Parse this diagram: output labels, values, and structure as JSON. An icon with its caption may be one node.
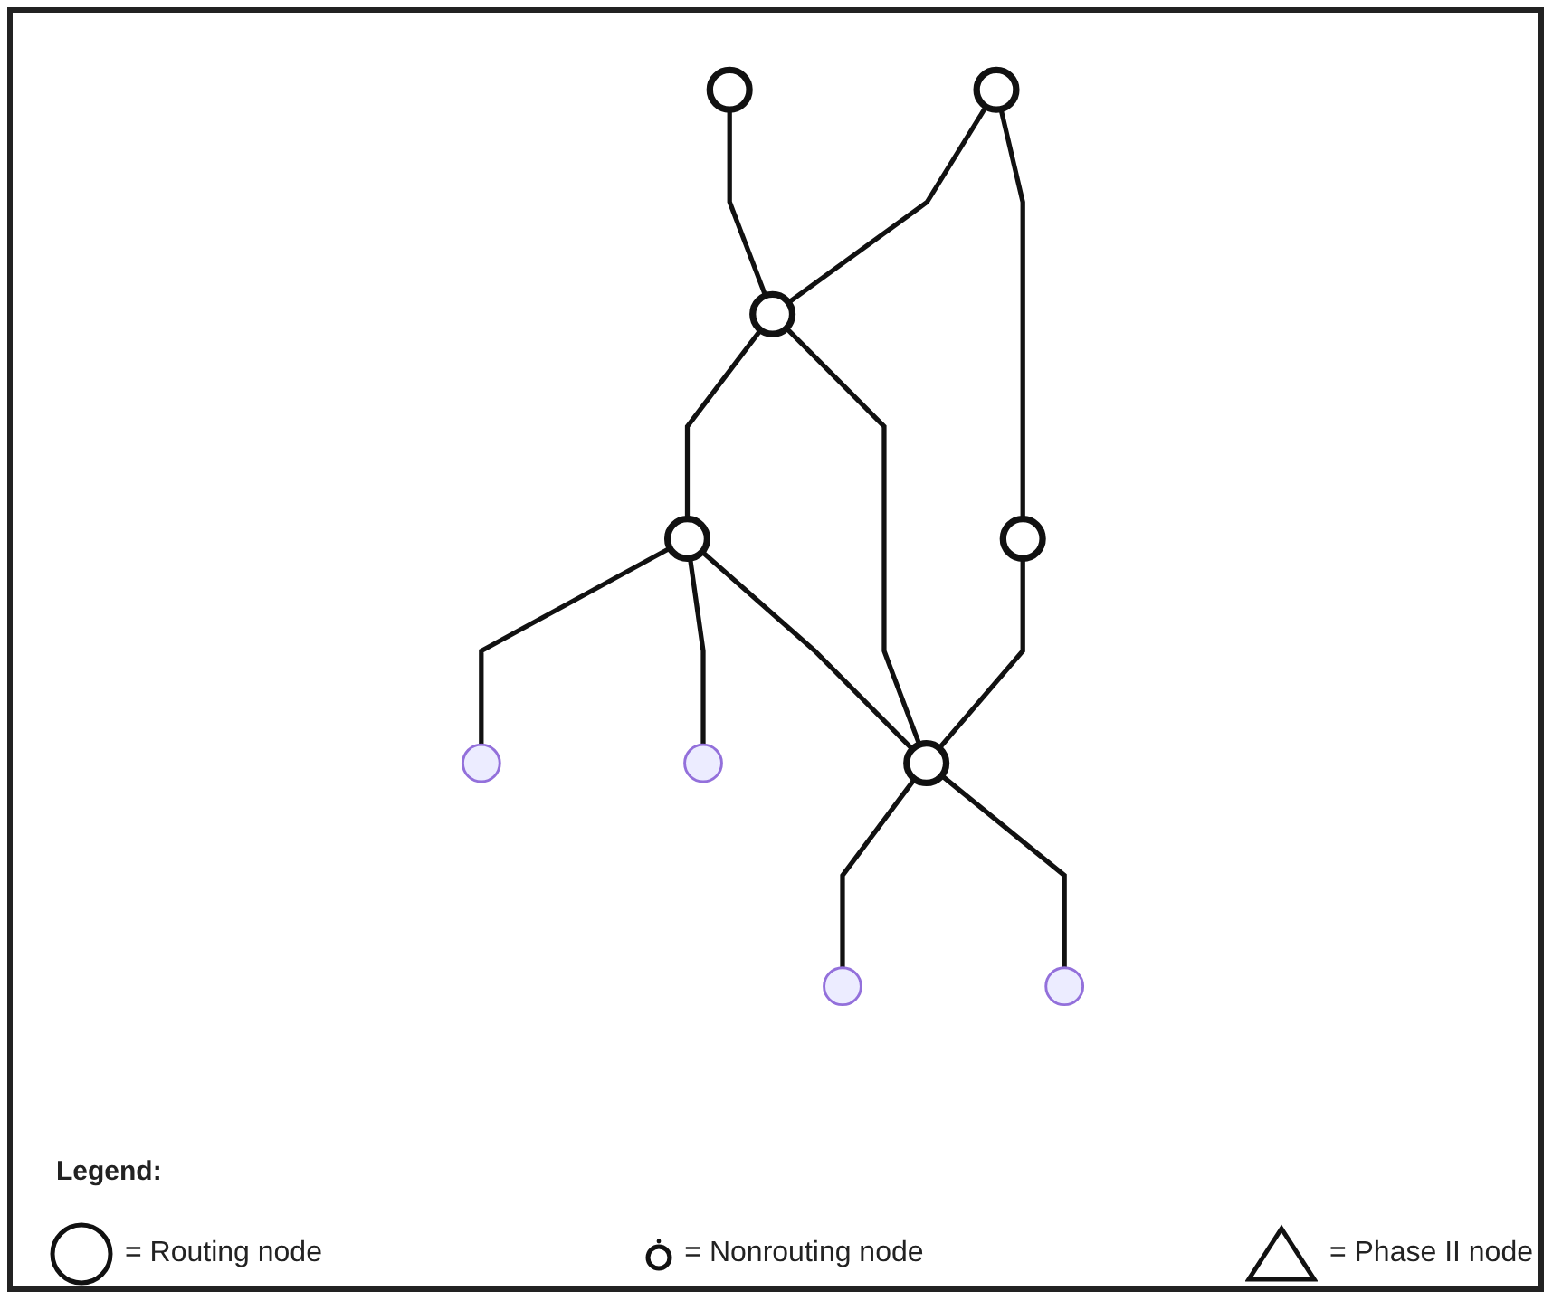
{
  "diagram": {
    "nodes": [
      {
        "text": [],
        "shape": "circle"
      },
      {
        "text": [],
        "shape": "circle"
      },
      {
        "text": [],
        "shape": "circle"
      },
      {
        "text": [],
        "shape": "circle"
      },
      {
        "text": [],
        "shape": "circle"
      },
      {
        "text": [],
        "shape": "circle"
      },
      {
        "text": [],
        "shape": "circle"
      },
      {
        "text": [],
        "shape": "circle"
      },
      {
        "text": [],
        "shape": "circle"
      },
      {
        "text": [],
        "shape": "circle"
      }
    ],
    "edges": [
      {
        "from": 1,
        "to": 4,
        "arrow": "none"
      },
      {
        "from": 3,
        "to": 4,
        "arrow": "none"
      },
      {
        "from": 4,
        "to": 2,
        "arrow": "none"
      },
      {
        "from": 2,
        "to": 0,
        "arrow": "none"
      },
      {
        "from": 2,
        "to": 5,
        "arrow": "none"
      },
      {
        "from": 2,
        "to": 9,
        "arrow": "none"
      },
      {
        "from": 4,
        "to": 9,
        "arrow": "none"
      },
      {
        "from": 3,
        "to": 8,
        "arrow": "none"
      },
      {
        "from": 8,
        "to": 9,
        "arrow": "none"
      },
      {
        "from": 9,
        "to": 6,
        "arrow": "none"
      },
      {
        "from": 9,
        "to": 7,
        "arrow": "none"
      }
    ],
    "labels": [
      "Legend:"
    ],
    "legend": [
      {
        "text": "= Routing node"
      },
      {
        "text": "= Nonrouting node"
      },
      {
        "text": "= Phase II node"
      }
    ]
  }
}
